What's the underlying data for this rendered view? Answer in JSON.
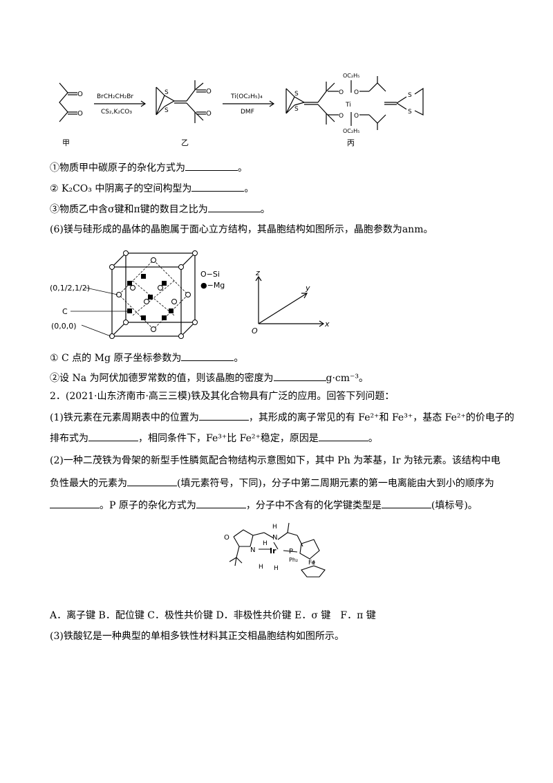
{
  "reaction_figure": {
    "reagent1_top": "BrCH₂CH₂Br",
    "reagent1_bottom": "CS₂,K₂CO₃",
    "reagent2_top": "Ti(OC₂H₅)₄",
    "reagent2_bottom": "DMF",
    "label_jia": "甲",
    "label_yi": "乙",
    "label_bing": "丙",
    "atom_O": "O",
    "atom_S": "S",
    "atom_Ti": "Ti",
    "ligand_OC2H5": "OC₂H₅"
  },
  "q1": {
    "item1_prefix": "①物质甲中碳原子的杂化方式为",
    "item1_suffix": "。",
    "item2_prefix": "② K₂CO₃ 中阴离子的空间构型为",
    "item2_suffix": "。",
    "item3_prefix": "③物质乙中含σ键和π键的数目之比为",
    "item3_suffix": "。",
    "part6": "(6)镁与硅形成的晶体的晶胞属于面心立方结构，其晶胞结构如图所示，晶胞参数为anm。"
  },
  "crystal_figure": {
    "coord_label_1": "(0,1/2,1/2)",
    "coord_label_c": "C",
    "coord_label_0": "(0,0,0)",
    "legend_si": "O−Si",
    "legend_mg": "●−Mg",
    "axis_z": "z",
    "axis_y": "y",
    "axis_x": "x",
    "axis_origin": "O"
  },
  "q1b": {
    "item1_prefix": "① C 点的 Mg 原子坐标参数为",
    "item1_suffix": "。",
    "item2_prefix": "②设 Na 为阿伏加德罗常数的值，则该晶胞的密度为",
    "item2_suffix": "g·cm⁻³。"
  },
  "q2": {
    "header": "2．(2021·山东济南市·高三三模)铁及其化合物具有广泛的应用。回答下列问题：",
    "p1_a": "(1)铁元素在元素周期表中的位置为",
    "p1_b": "，其形成的离子常见的有 Fe²⁺和 Fe³⁺，基态 Fe²⁺的价电子的",
    "p1_c": "排布式为",
    "p1_d": "，相同条件下，Fe³⁺比 Fe²⁺稳定，原因是",
    "p1_e": "。",
    "p2_a": "(2)一种二茂铁为骨架的新型手性膦氮配合物结构示意图如下，其中 Ph 为苯基，Ir 为铱元素。该结构中电",
    "p2_b": "负性最大的元素为",
    "p2_c": "(填元素符号，下同)，分子中第二周期元素的第一电离能由大到小的顺序为",
    "p2_d": "。P 原子的杂化方式为",
    "p2_e": "，分子中不含有的化学键类型是",
    "p2_f": "(填标号)。",
    "options": "A．离子键 B．配位键 C．极性共价键 D．非极性共价键 E．σ 键　F．π 键",
    "p3": "(3)铁酸钇是一种典型的单相多铁性材料其正交相晶胞结构如图所示。"
  },
  "complex_figure": {
    "atom_O": "O",
    "atom_N": "N",
    "atom_H": "H",
    "atom_Ir": "Ir",
    "atom_P": "P",
    "atom_Ph2": "Ph₂",
    "atom_Fe": "Fe"
  }
}
